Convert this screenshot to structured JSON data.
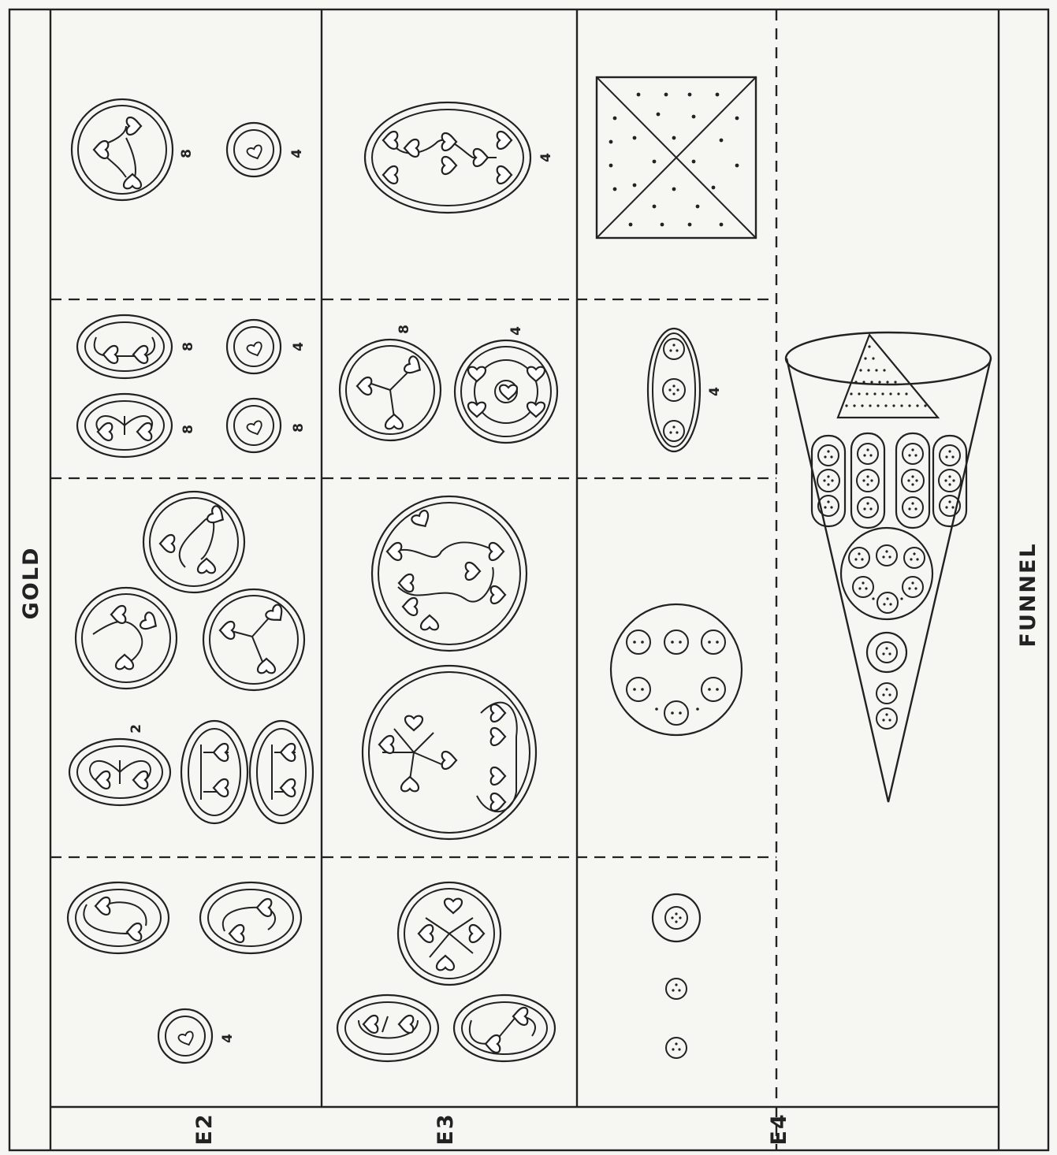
{
  "labels": {
    "top": "GOLD",
    "right": "FUNNEL",
    "rows": [
      "E2",
      "E3",
      "E4"
    ]
  },
  "counts": {
    "e2_a": "4",
    "e2_b": "2",
    "e2_c1": "8",
    "e2_c2": "8",
    "e2_c3": "8",
    "e2_c4": "4",
    "e2_d1": "8",
    "e2_d2": "4",
    "e3_c1": "8",
    "e3_c2": "4",
    "e3_d": "4",
    "e4_c": "4"
  },
  "colors": {
    "ink": "#222222",
    "paper": "#f6f6f3"
  }
}
